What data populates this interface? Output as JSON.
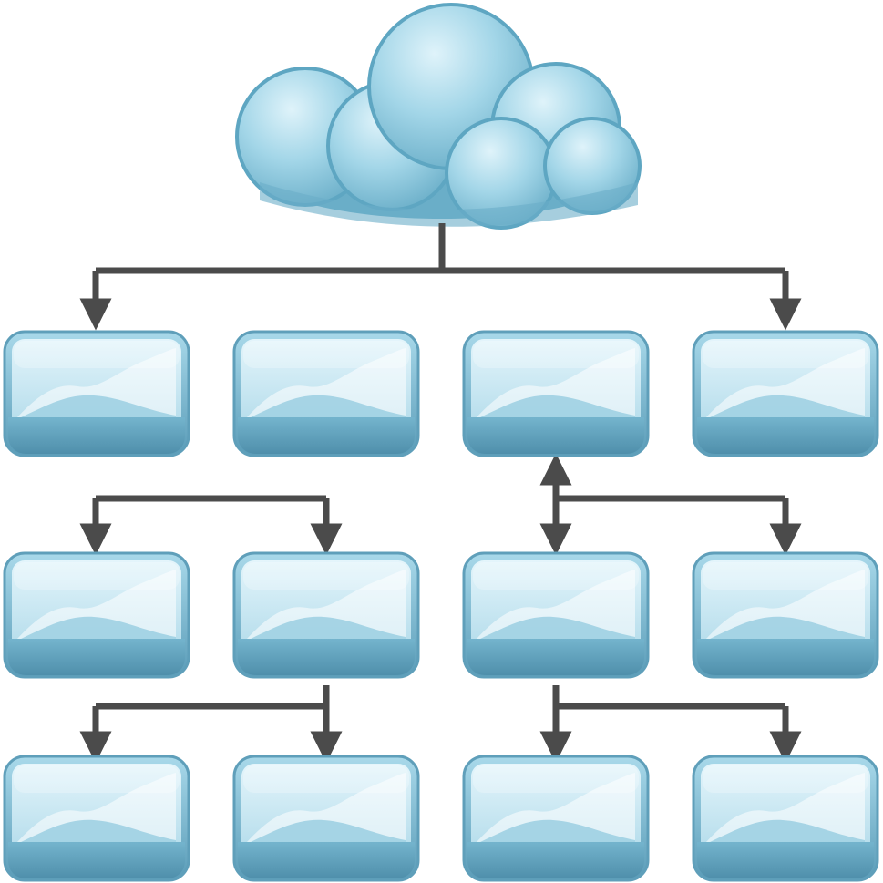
{
  "diagram": {
    "type": "hierarchy",
    "root": {
      "icon": "cloud-icon"
    },
    "node_icon": "chart-window-icon",
    "rows": [
      {
        "nodes": 4
      },
      {
        "nodes": 4
      },
      {
        "nodes": 4
      }
    ],
    "connections": [
      {
        "from": "cloud",
        "to": "row1-node1",
        "direction": "down"
      },
      {
        "from": "cloud",
        "to": "row1-node4",
        "direction": "down"
      },
      {
        "from": "row1-node3",
        "to": "row2-node3",
        "direction": "both"
      },
      {
        "from": "row1-node3",
        "to": "row2-node4",
        "direction": "down"
      },
      {
        "from": "hub-left-1",
        "to": "row2-node1",
        "direction": "down"
      },
      {
        "from": "hub-left-1",
        "to": "row2-node2",
        "direction": "down"
      },
      {
        "from": "row2-node2",
        "to": "row3-node1",
        "direction": "down"
      },
      {
        "from": "row2-node2",
        "to": "row3-node2",
        "direction": "down"
      },
      {
        "from": "row2-node3",
        "to": "row3-node3",
        "direction": "down"
      },
      {
        "from": "row2-node3",
        "to": "row3-node4",
        "direction": "down"
      }
    ],
    "colors": {
      "cloud_fill": "#8cc8de",
      "cloud_highlight": "#d3eef7",
      "cloud_outline": "#5ea6c2",
      "node_frame": "#6fb1cc",
      "node_screen": "#c4e6f1",
      "node_band": "#5f9fba",
      "connector": "#4b4b4b"
    }
  }
}
